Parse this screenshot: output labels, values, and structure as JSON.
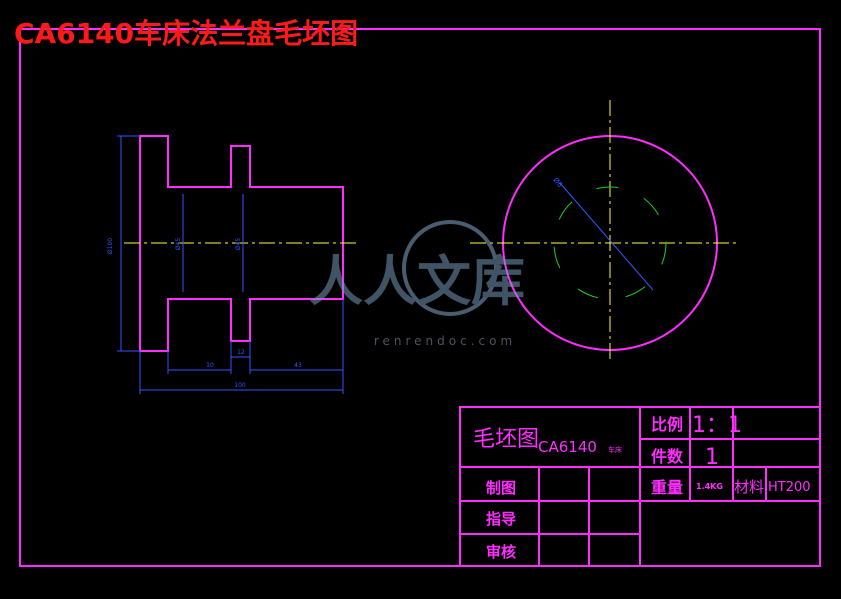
{
  "drawing_title": "CA6140车床法兰盘毛坯图",
  "watermark": {
    "chars": "人人文库",
    "domain": "renrendoc.com"
  },
  "front_view": {
    "dim_height": "Ø100",
    "dim_mid1": "Ø45",
    "dim_mid2": "Ø45",
    "dim_bottom_10": "10",
    "dim_bottom_12": "12",
    "dim_bottom_43": "43",
    "dim_overall": "100"
  },
  "side_view": {
    "dim_radial": "Ø6"
  },
  "title_block": {
    "drawing_name": "毛坯图",
    "part_name": "CA6140",
    "part_suffix": "车床",
    "scale_label": "比例",
    "scale_value": "1：1",
    "qty_label": "件数",
    "qty_value": "1",
    "drawn_label": "制图",
    "weight_label": "重量",
    "weight_value": "1.4KG",
    "material_label": "材料",
    "material_value": "HT200",
    "guide_label": "指导",
    "review_label": "审核"
  }
}
